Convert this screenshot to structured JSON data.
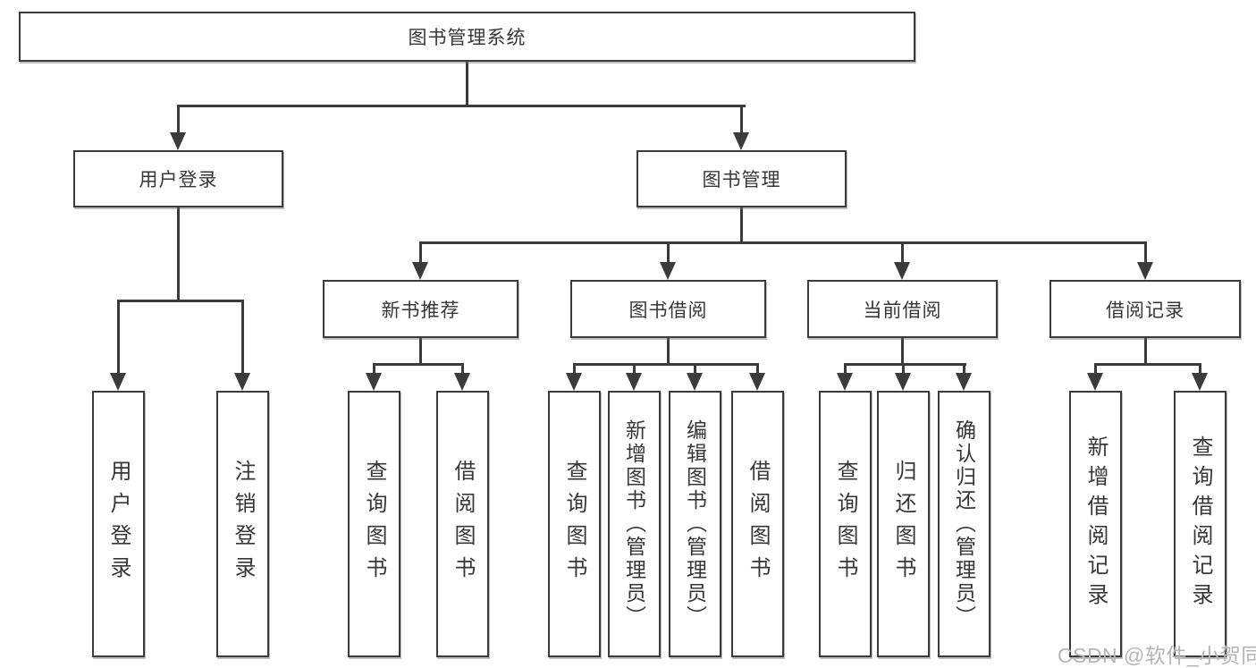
{
  "diagram": {
    "title": "图书管理系统",
    "root": {
      "label": "图书管理系统"
    },
    "user_branch": {
      "label": "用户登录",
      "children": [
        {
          "label": "用户登录"
        },
        {
          "label": "注销登录"
        }
      ]
    },
    "mgmt_branch": {
      "label": "图书管理",
      "groups": [
        {
          "label": "新书推荐",
          "children": [
            {
              "label": "查询图书"
            },
            {
              "label": "借阅图书"
            }
          ]
        },
        {
          "label": "图书借阅",
          "children": [
            {
              "label": "查询图书"
            },
            {
              "label": "新增图书（管理员）"
            },
            {
              "label": "编辑图书（管理员）"
            },
            {
              "label": "借阅图书"
            }
          ]
        },
        {
          "label": "当前借阅",
          "children": [
            {
              "label": "查询图书"
            },
            {
              "label": "归还图书"
            },
            {
              "label": "确认归还（管理员）"
            }
          ]
        },
        {
          "label": "借阅记录",
          "children": [
            {
              "label": "新增借阅记录"
            },
            {
              "label": "查询借阅记录"
            }
          ]
        }
      ]
    }
  },
  "watermark": {
    "text": "CSDN @软件_小贺同学"
  },
  "colors": {
    "line": "#3b3b3b",
    "text": "#373737",
    "watermark": "#b5b5b5",
    "background": "#ffffff"
  }
}
